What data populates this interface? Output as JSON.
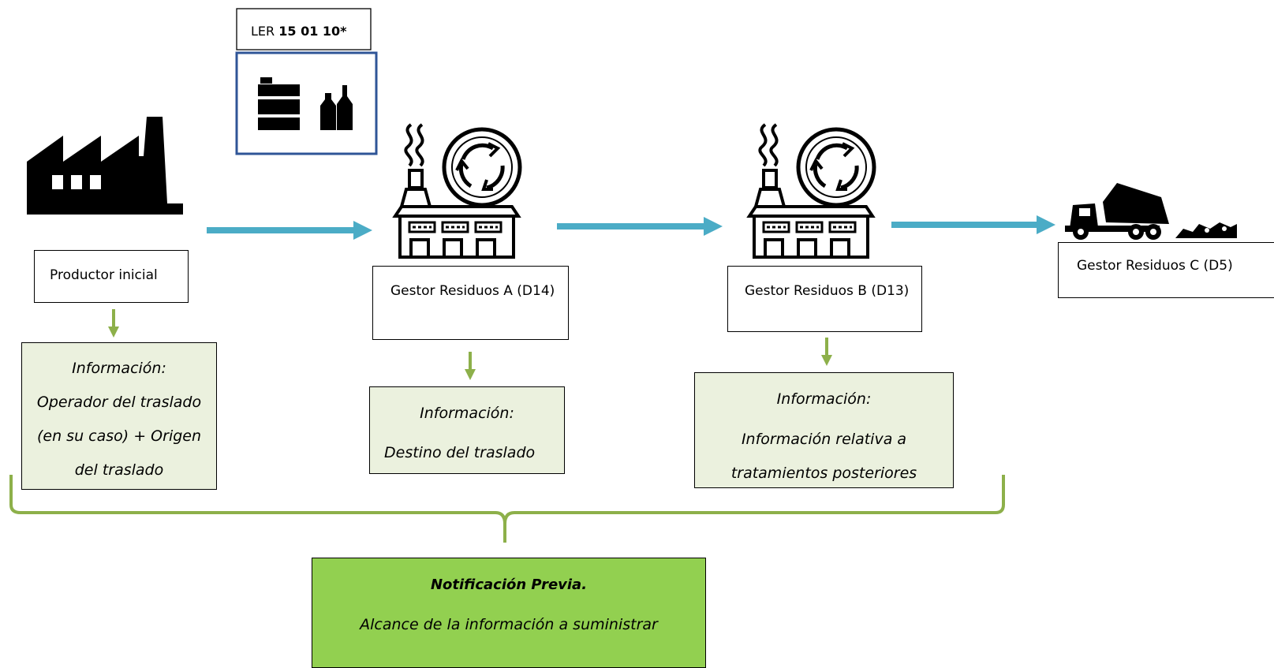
{
  "ler": {
    "prefix": "LER ",
    "code": "15 01 10*"
  },
  "nodes": {
    "producer": "Productor inicial",
    "manager_a": "Gestor Residuos A (D14)",
    "manager_b": "Gestor Residuos B (D13)",
    "manager_c": "Gestor Residuos C (D5)"
  },
  "info_boxes": {
    "producer": [
      "Información:",
      "Operador del traslado",
      "(en su caso) + Origen",
      "del traslado"
    ],
    "manager_a": [
      "Información:",
      "Destino del traslado"
    ],
    "manager_b": [
      "Información:",
      "Información relativa a",
      "tratamientos posteriores"
    ]
  },
  "notification": {
    "title": "Notificación Previa.",
    "subtitle": "Alcance de la información a suministrar"
  },
  "colors": {
    "flow_arrow": "#4bacc6",
    "info_arrow": "#8db04a",
    "brace": "#8db04a",
    "info_fill": "#ebf1de",
    "notification_fill": "#92d050",
    "ler_frame": "#2f5597"
  },
  "icons": [
    "factory-icon",
    "oil-drum-icon",
    "bottles-icon",
    "recycling-plant-icon",
    "dump-truck-icon"
  ]
}
